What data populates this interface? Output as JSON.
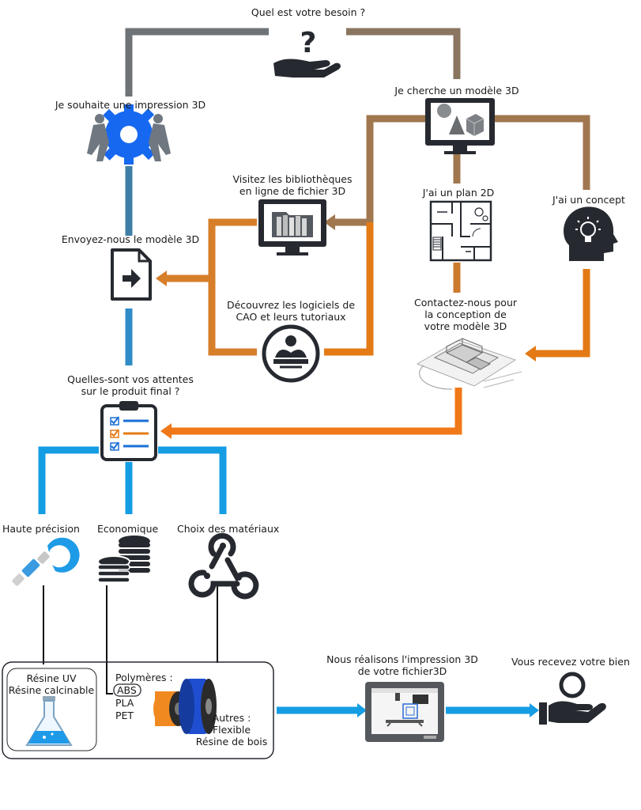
{
  "question": "Quel est votre besoin ?",
  "print_wish": "Je souhaite une impression 3D",
  "search_model": "Je cherche un modèle 3D",
  "send_model": "Envoyez-nous le modèle 3D",
  "visit_libraries": [
    "Visitez les bibliothèques",
    "en ligne de fichier 3D"
  ],
  "plan_2d": "J'ai un plan 2D",
  "concept": "J'ai un concept",
  "cao": [
    "Découvrez les logiciels de",
    "CAO et leurs tutoriaux"
  ],
  "contact": [
    "Contactez-nous pour",
    "la conception de",
    "votre modèle 3D"
  ],
  "expectations": [
    "Quelles-sont vos attentes",
    "sur le produit final ?"
  ],
  "high_precision": "Haute précision",
  "economic": "Economique",
  "materials_choice": "Choix des matériaux",
  "resin": [
    "Résine UV",
    "Résine calcinable"
  ],
  "polymers_title": "Polymères :",
  "polymers": [
    "ABS",
    "PLA",
    "PET"
  ],
  "others": [
    "Autres :",
    "Flexible",
    "Résine de bois"
  ],
  "we_print": [
    "Nous réalisons l'impression 3D",
    "de votre fichier3D"
  ],
  "receive": "Vous recevez votre bien",
  "colors": {
    "gray": "#6e7378",
    "brown": "#a0774f",
    "orange": "#e37a16",
    "blue_dark": "#3b7fa8",
    "blue_light": "#159de3",
    "icon": "#262a30",
    "gear": "#1668f0"
  }
}
